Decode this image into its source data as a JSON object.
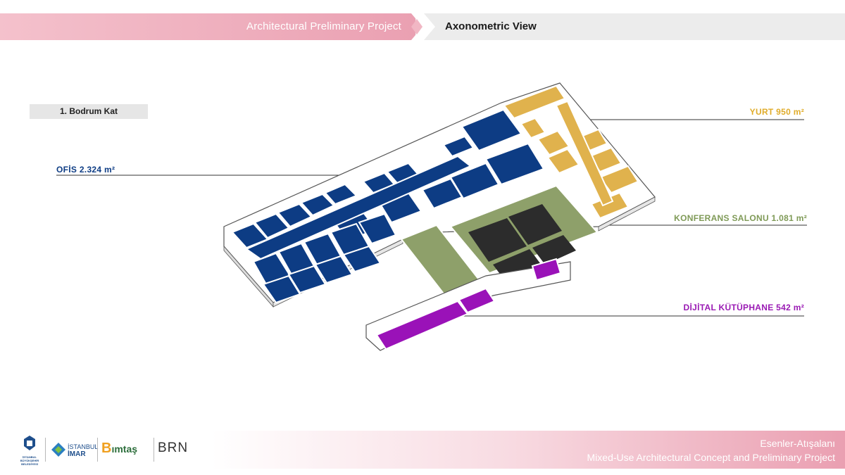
{
  "header": {
    "left_title": "Architectural Preliminary Project",
    "right_title": "Axonometric View"
  },
  "floor": {
    "label": "1. Bodrum Kat"
  },
  "areas": {
    "ofis": {
      "label": "OFİS 2.324 m²",
      "color": "#0d3c84"
    },
    "yurt": {
      "label": "YURT 950 m²",
      "color": "#e0b24d"
    },
    "konferans": {
      "label": "KONFERANS SALONU 1.081 m²",
      "color": "#8ea06a"
    },
    "kutuphane": {
      "label": "DİJİTAL KÜTÜPHANE 542 m²",
      "color": "#9a12b8"
    }
  },
  "footer": {
    "line1": "Esenler-Atışalanı",
    "line2": "Mixed-Use Architectural Concept and Preliminary Project"
  },
  "logos": {
    "ibb_line1": "İSTANBUL",
    "ibb_line2": "BÜYÜKŞEHİR",
    "ibb_line3": "BELEDİYESİ",
    "imar_line1": "İSTANBUL",
    "imar_line2": "İMAR",
    "bimtas_initial": "B",
    "bimtas_rest": "ımtaş",
    "brn": "BRN"
  },
  "colors": {
    "header_pink": "#ea9fb1",
    "header_grey": "#ececec",
    "wall": "#ffffff",
    "wall_edge": "#555555"
  }
}
